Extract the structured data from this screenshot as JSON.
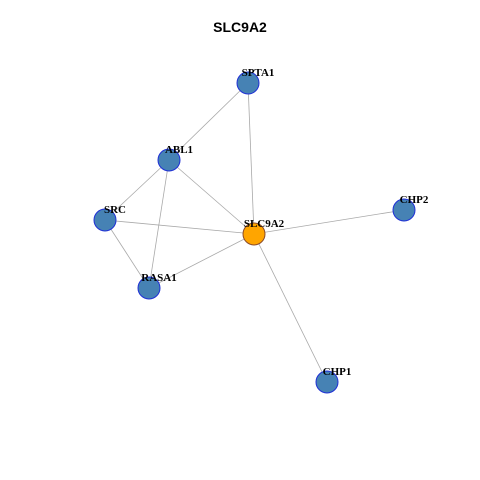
{
  "title": "SLC9A2",
  "colors": {
    "hub": "#FFA500",
    "node": "#4682B4",
    "node_border": "#1f2fd6",
    "hub_border": "#8a4b2a",
    "edge": "#A9A9A9"
  },
  "nodes": [
    {
      "id": "SLC9A2",
      "label": "SLC9A2",
      "hub": true
    },
    {
      "id": "SPTA1",
      "label": "SPTA1"
    },
    {
      "id": "ABL1",
      "label": "ABL1"
    },
    {
      "id": "SRC",
      "label": "SRC"
    },
    {
      "id": "RASA1",
      "label": "RASA1"
    },
    {
      "id": "CHP2",
      "label": "CHP2"
    },
    {
      "id": "CHP1",
      "label": "CHP1"
    }
  ],
  "edges": [
    [
      "SPTA1",
      "ABL1"
    ],
    [
      "SPTA1",
      "SLC9A2"
    ],
    [
      "ABL1",
      "SRC"
    ],
    [
      "ABL1",
      "SLC9A2"
    ],
    [
      "ABL1",
      "RASA1"
    ],
    [
      "SRC",
      "SLC9A2"
    ],
    [
      "SRC",
      "RASA1"
    ],
    [
      "RASA1",
      "SLC9A2"
    ],
    [
      "SLC9A2",
      "CHP2"
    ],
    [
      "SLC9A2",
      "CHP1"
    ]
  ]
}
